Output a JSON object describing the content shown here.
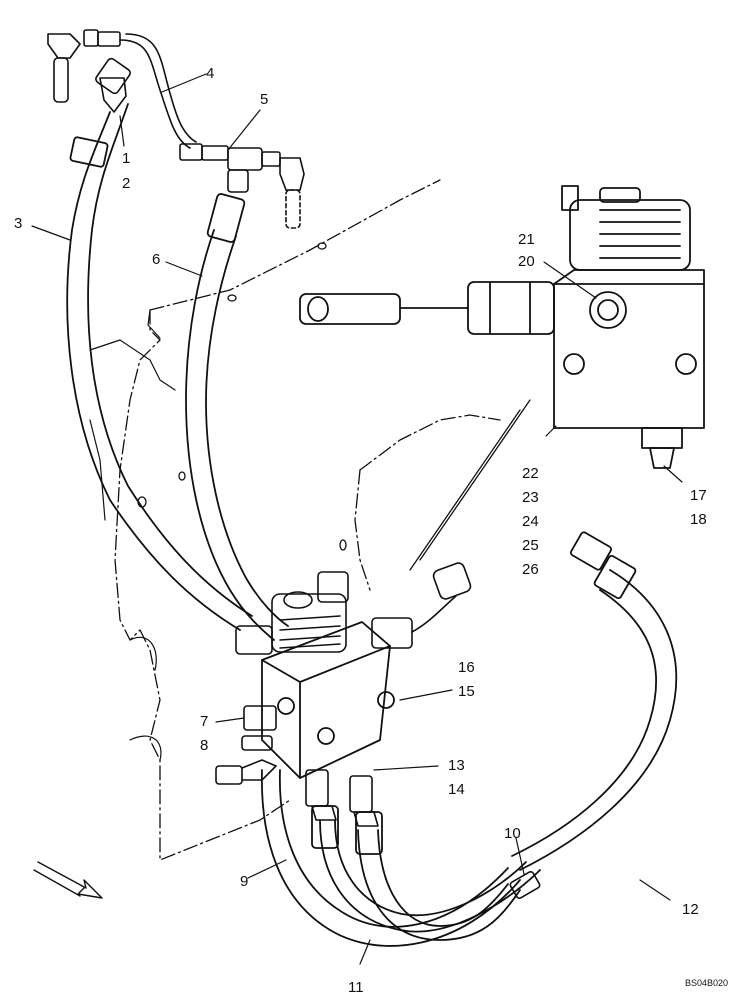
{
  "diagram": {
    "drawing_code": "BS04B020",
    "callouts": {
      "c1": "1",
      "c2": "2",
      "c3": "3",
      "c4": "4",
      "c5": "5",
      "c6": "6",
      "c7": "7",
      "c8": "8",
      "c9": "9",
      "c10": "10",
      "c11": "11",
      "c12": "12",
      "c13": "13",
      "c14": "14",
      "c15": "15",
      "c16": "16",
      "c17": "17",
      "c18": "18",
      "c20": "20",
      "c21": "21",
      "c22": "22",
      "c23": "23",
      "c24": "24",
      "c25": "25",
      "c26": "26"
    },
    "colors": {
      "ink": "#111111",
      "paper": "#ffffff"
    }
  }
}
